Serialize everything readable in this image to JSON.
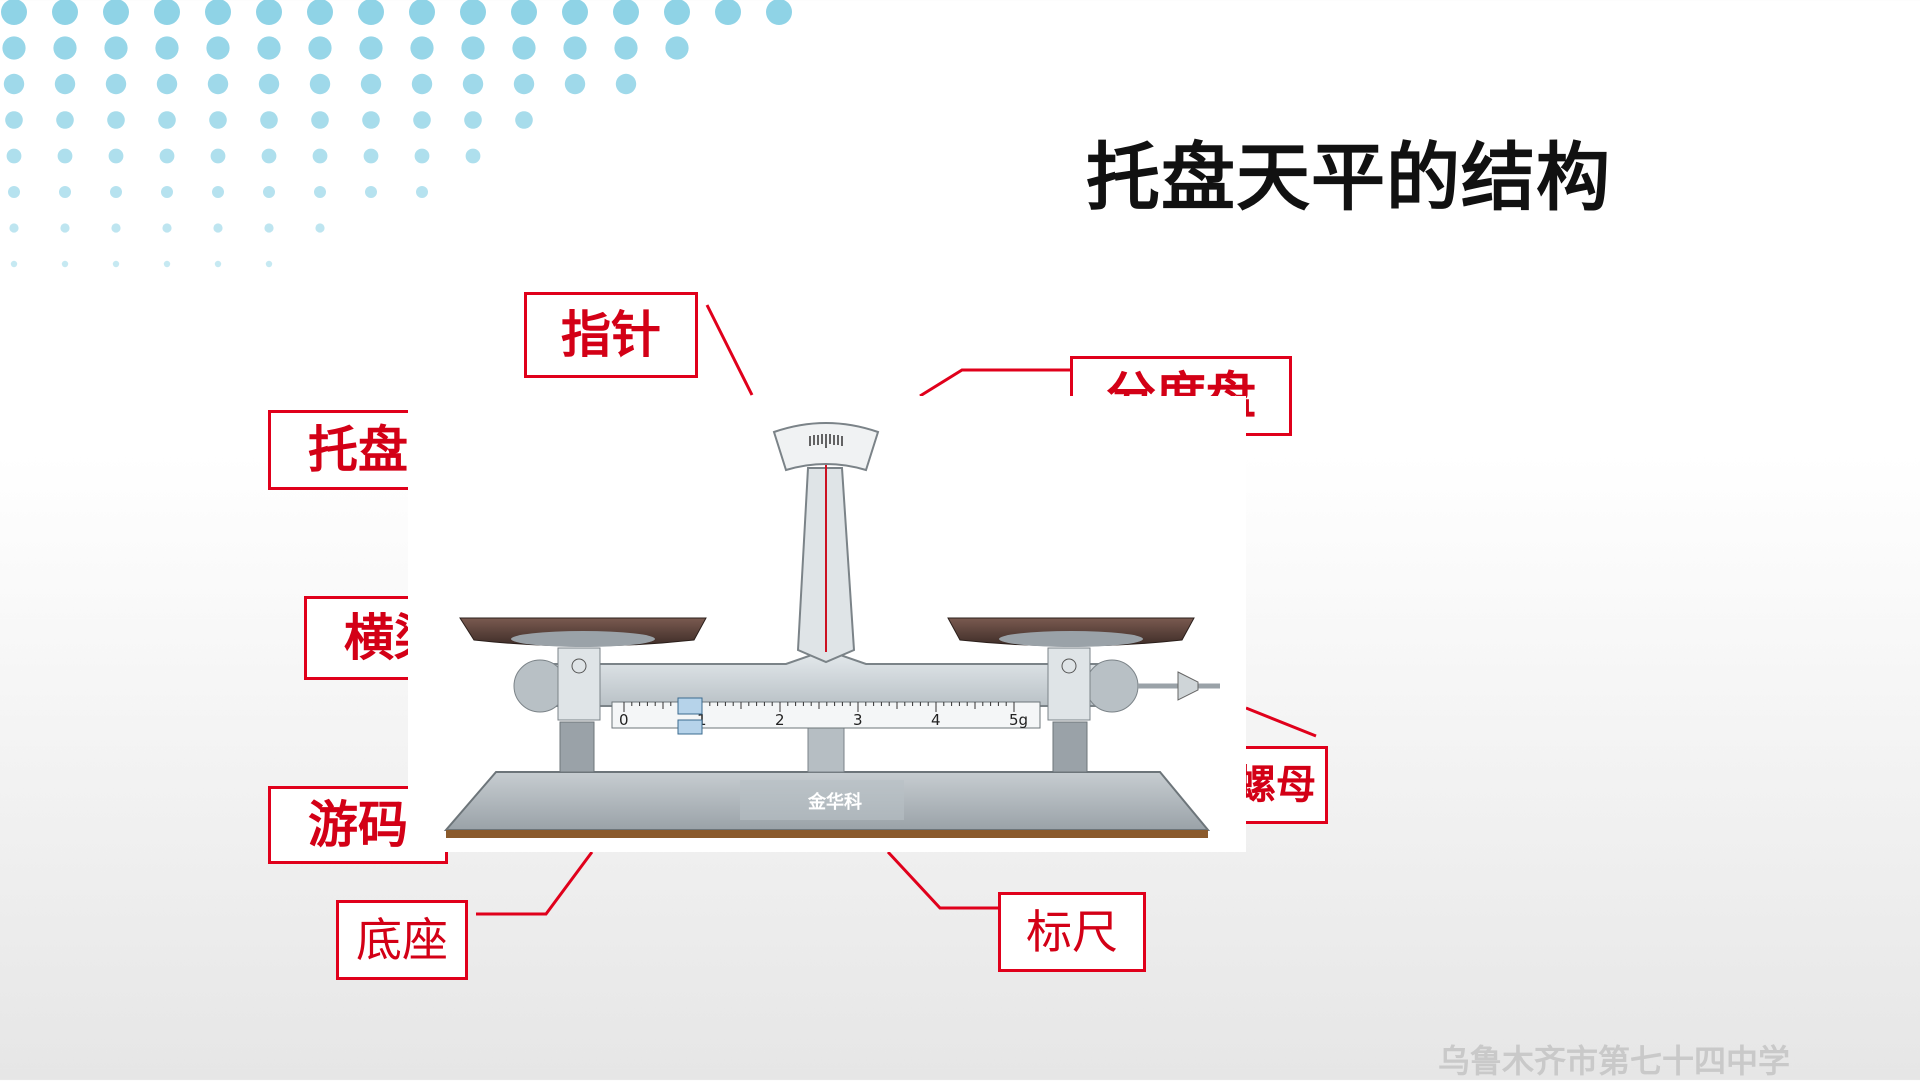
{
  "slide": {
    "title": "托盘天平的结构",
    "footer": "乌鲁木齐市第七十四中学"
  },
  "labels": {
    "pointer": "指针",
    "dial": "分度盘",
    "tray": "托盘",
    "beam": "横梁",
    "rider": "游码",
    "base": "底座",
    "nut": "平衡螺母",
    "scale": "标尺"
  },
  "balance": {
    "scale_ticks": [
      "0",
      "1",
      "2",
      "3",
      "4",
      "5g"
    ],
    "brand": "金华科"
  },
  "colors": {
    "label_red": "#e0001b",
    "dot_blue": "#8fd3e6",
    "title_black": "#111111"
  }
}
